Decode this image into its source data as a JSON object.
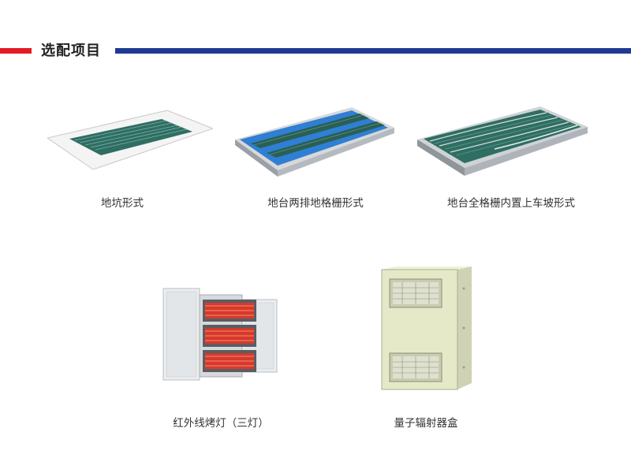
{
  "header": {
    "title": "选配项目",
    "accent_red": "#e31b23",
    "accent_blue": "#1f3a93"
  },
  "options": [
    {
      "label": "地坑形式"
    },
    {
      "label": "地台两排地格栅形式"
    },
    {
      "label": "地台全格栅内置上车坡形式"
    },
    {
      "label": "红外线烤灯（三灯）"
    },
    {
      "label": "量子辐射器盒"
    }
  ],
  "colors": {
    "grate_green": "#2f6e63",
    "platform_blue": "#2f7fd4",
    "heater_red": "#d9382c",
    "box_cream": "#e6e9c8"
  }
}
